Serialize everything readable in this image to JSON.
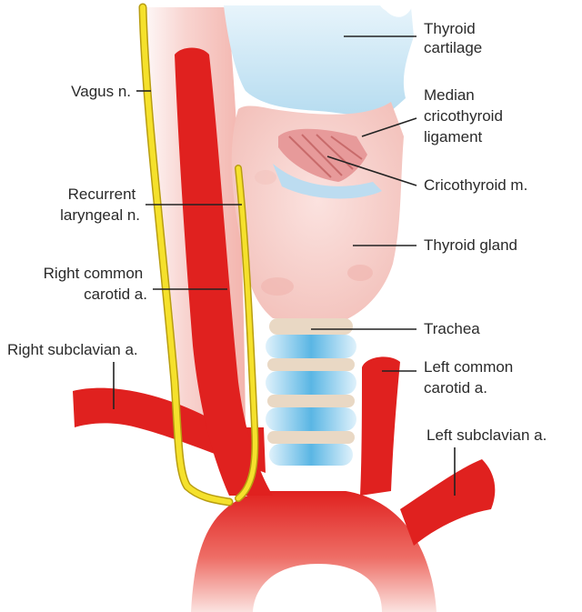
{
  "labels": {
    "thyroid_cartilage": [
      "Thyroid",
      "cartilage"
    ],
    "median_cricothyroid_ligament": [
      "Median",
      "cricothyroid",
      "ligament"
    ],
    "cricothyroid_muscle": "Cricothyroid m.",
    "thyroid_gland": "Thyroid gland",
    "trachea": "Trachea",
    "left_common_carotid": [
      "Left common",
      "carotid a."
    ],
    "left_subclavian": "Left subclavian a.",
    "vagus_nerve": "Vagus n.",
    "recurrent_laryngeal_nerve": [
      "Recurrent",
      "laryngeal n."
    ],
    "right_common_carotid": [
      "Right common",
      "carotid a."
    ],
    "right_subclavian": "Right subclavian a."
  },
  "colors": {
    "artery": "#e0211f",
    "artery_light": "#f6b9b3",
    "nerve": "#f5e12c",
    "nerve_outline": "#b89d10",
    "cartilage": "#cfe8f5",
    "cartilage_dark": "#8fc7e6",
    "gland": "#f8d3cf",
    "muscle": "#e7a3a3",
    "tracheal_ring": "#6ec1e8",
    "background_tissue": "#f7d6d3"
  }
}
